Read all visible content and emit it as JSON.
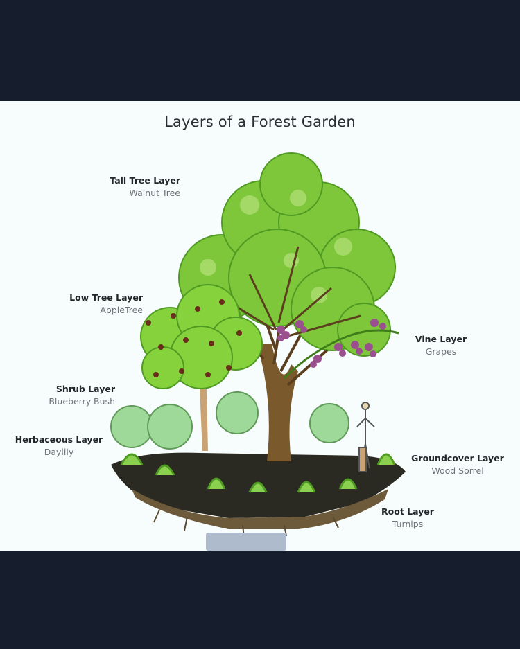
{
  "title": "Layers of a Forest Garden",
  "layers": [
    {
      "name": "Tall Tree Layer",
      "example": "Walnut Tree"
    },
    {
      "name": "Low Tree Layer",
      "example": "AppleTree"
    },
    {
      "name": "Shrub Layer",
      "example": "Blueberry Bush"
    },
    {
      "name": "Herbaceous Layer",
      "example": "Daylily"
    },
    {
      "name": "Vine Layer",
      "example": "Grapes"
    },
    {
      "name": "Groundcover Layer",
      "example": "Wood Sorrel"
    },
    {
      "name": "Root Layer",
      "example": "Turnips"
    }
  ],
  "colors": {
    "background": "#161d2c",
    "panel": "#f7fcfd",
    "foliage": "#7ec73a",
    "foliage_dark": "#4f9a22",
    "soil": "#2b2a22",
    "grapes": "#9a4f8e",
    "apples": "#6b2d1c"
  }
}
